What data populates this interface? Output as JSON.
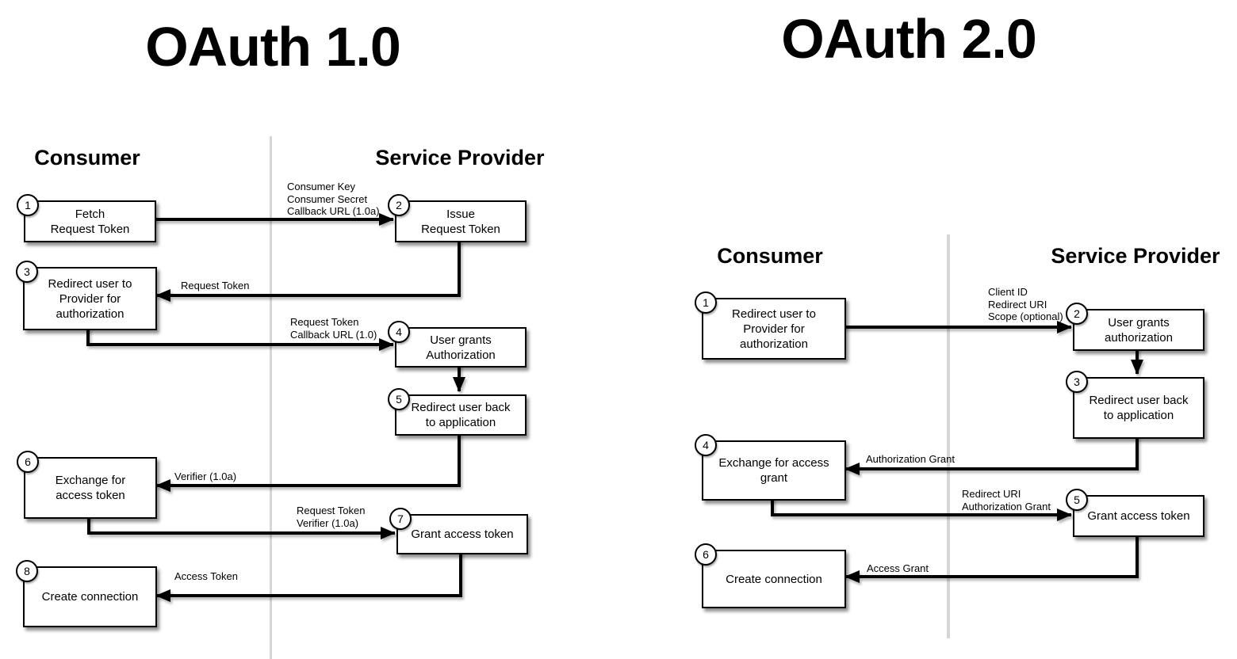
{
  "colors": {
    "background": "#ffffff",
    "box_fill": "#ffffff",
    "box_border": "#000000",
    "text": "#000000",
    "lane_divider": "#d6d6d6"
  },
  "oauth1": {
    "title": "OAuth 1.0",
    "lanes": {
      "consumer": "Consumer",
      "service_provider": "Service Provider"
    },
    "steps": [
      {
        "number": "1",
        "label": "Fetch\nRequest Token"
      },
      {
        "number": "2",
        "label": "Issue\nRequest Token"
      },
      {
        "number": "3",
        "label": "Redirect user to\nProvider for\nauthorization"
      },
      {
        "number": "4",
        "label": "User grants\nAuthorization"
      },
      {
        "number": "5",
        "label": "Redirect user back\nto application"
      },
      {
        "number": "6",
        "label": "Exchange for\naccess token"
      },
      {
        "number": "7",
        "label": "Grant access token"
      },
      {
        "number": "8",
        "label": "Create connection"
      }
    ],
    "messages": [
      {
        "from": 1,
        "to": 2,
        "label": "Consumer Key\nConsumer Secret\nCallback URL (1.0a)"
      },
      {
        "from": 2,
        "to": 3,
        "label": "Request Token"
      },
      {
        "from": 3,
        "to": 4,
        "label": "Request Token\nCallback URL (1.0)"
      },
      {
        "from": 5,
        "to": 6,
        "label": "Verifier (1.0a)"
      },
      {
        "from": 6,
        "to": 7,
        "label": "Request Token\nVerifier (1.0a)"
      },
      {
        "from": 7,
        "to": 8,
        "label": "Access Token"
      }
    ]
  },
  "oauth2": {
    "title": "OAuth 2.0",
    "lanes": {
      "consumer": "Consumer",
      "service_provider": "Service Provider"
    },
    "steps": [
      {
        "number": "1",
        "label": "Redirect user to\nProvider for\nauthorization"
      },
      {
        "number": "2",
        "label": "User grants\nauthorization"
      },
      {
        "number": "3",
        "label": "Redirect user back\nto application"
      },
      {
        "number": "4",
        "label": "Exchange for access\ngrant"
      },
      {
        "number": "5",
        "label": "Grant access token"
      },
      {
        "number": "6",
        "label": "Create connection"
      }
    ],
    "messages": [
      {
        "from": 1,
        "to": 2,
        "label": "Client ID\nRedirect URI\nScope (optional)"
      },
      {
        "from": 3,
        "to": 4,
        "label": "Authorization Grant"
      },
      {
        "from": 4,
        "to": 5,
        "label": "Redirect URI\nAuthorization Grant"
      },
      {
        "from": 5,
        "to": 6,
        "label": "Access Grant"
      }
    ]
  }
}
